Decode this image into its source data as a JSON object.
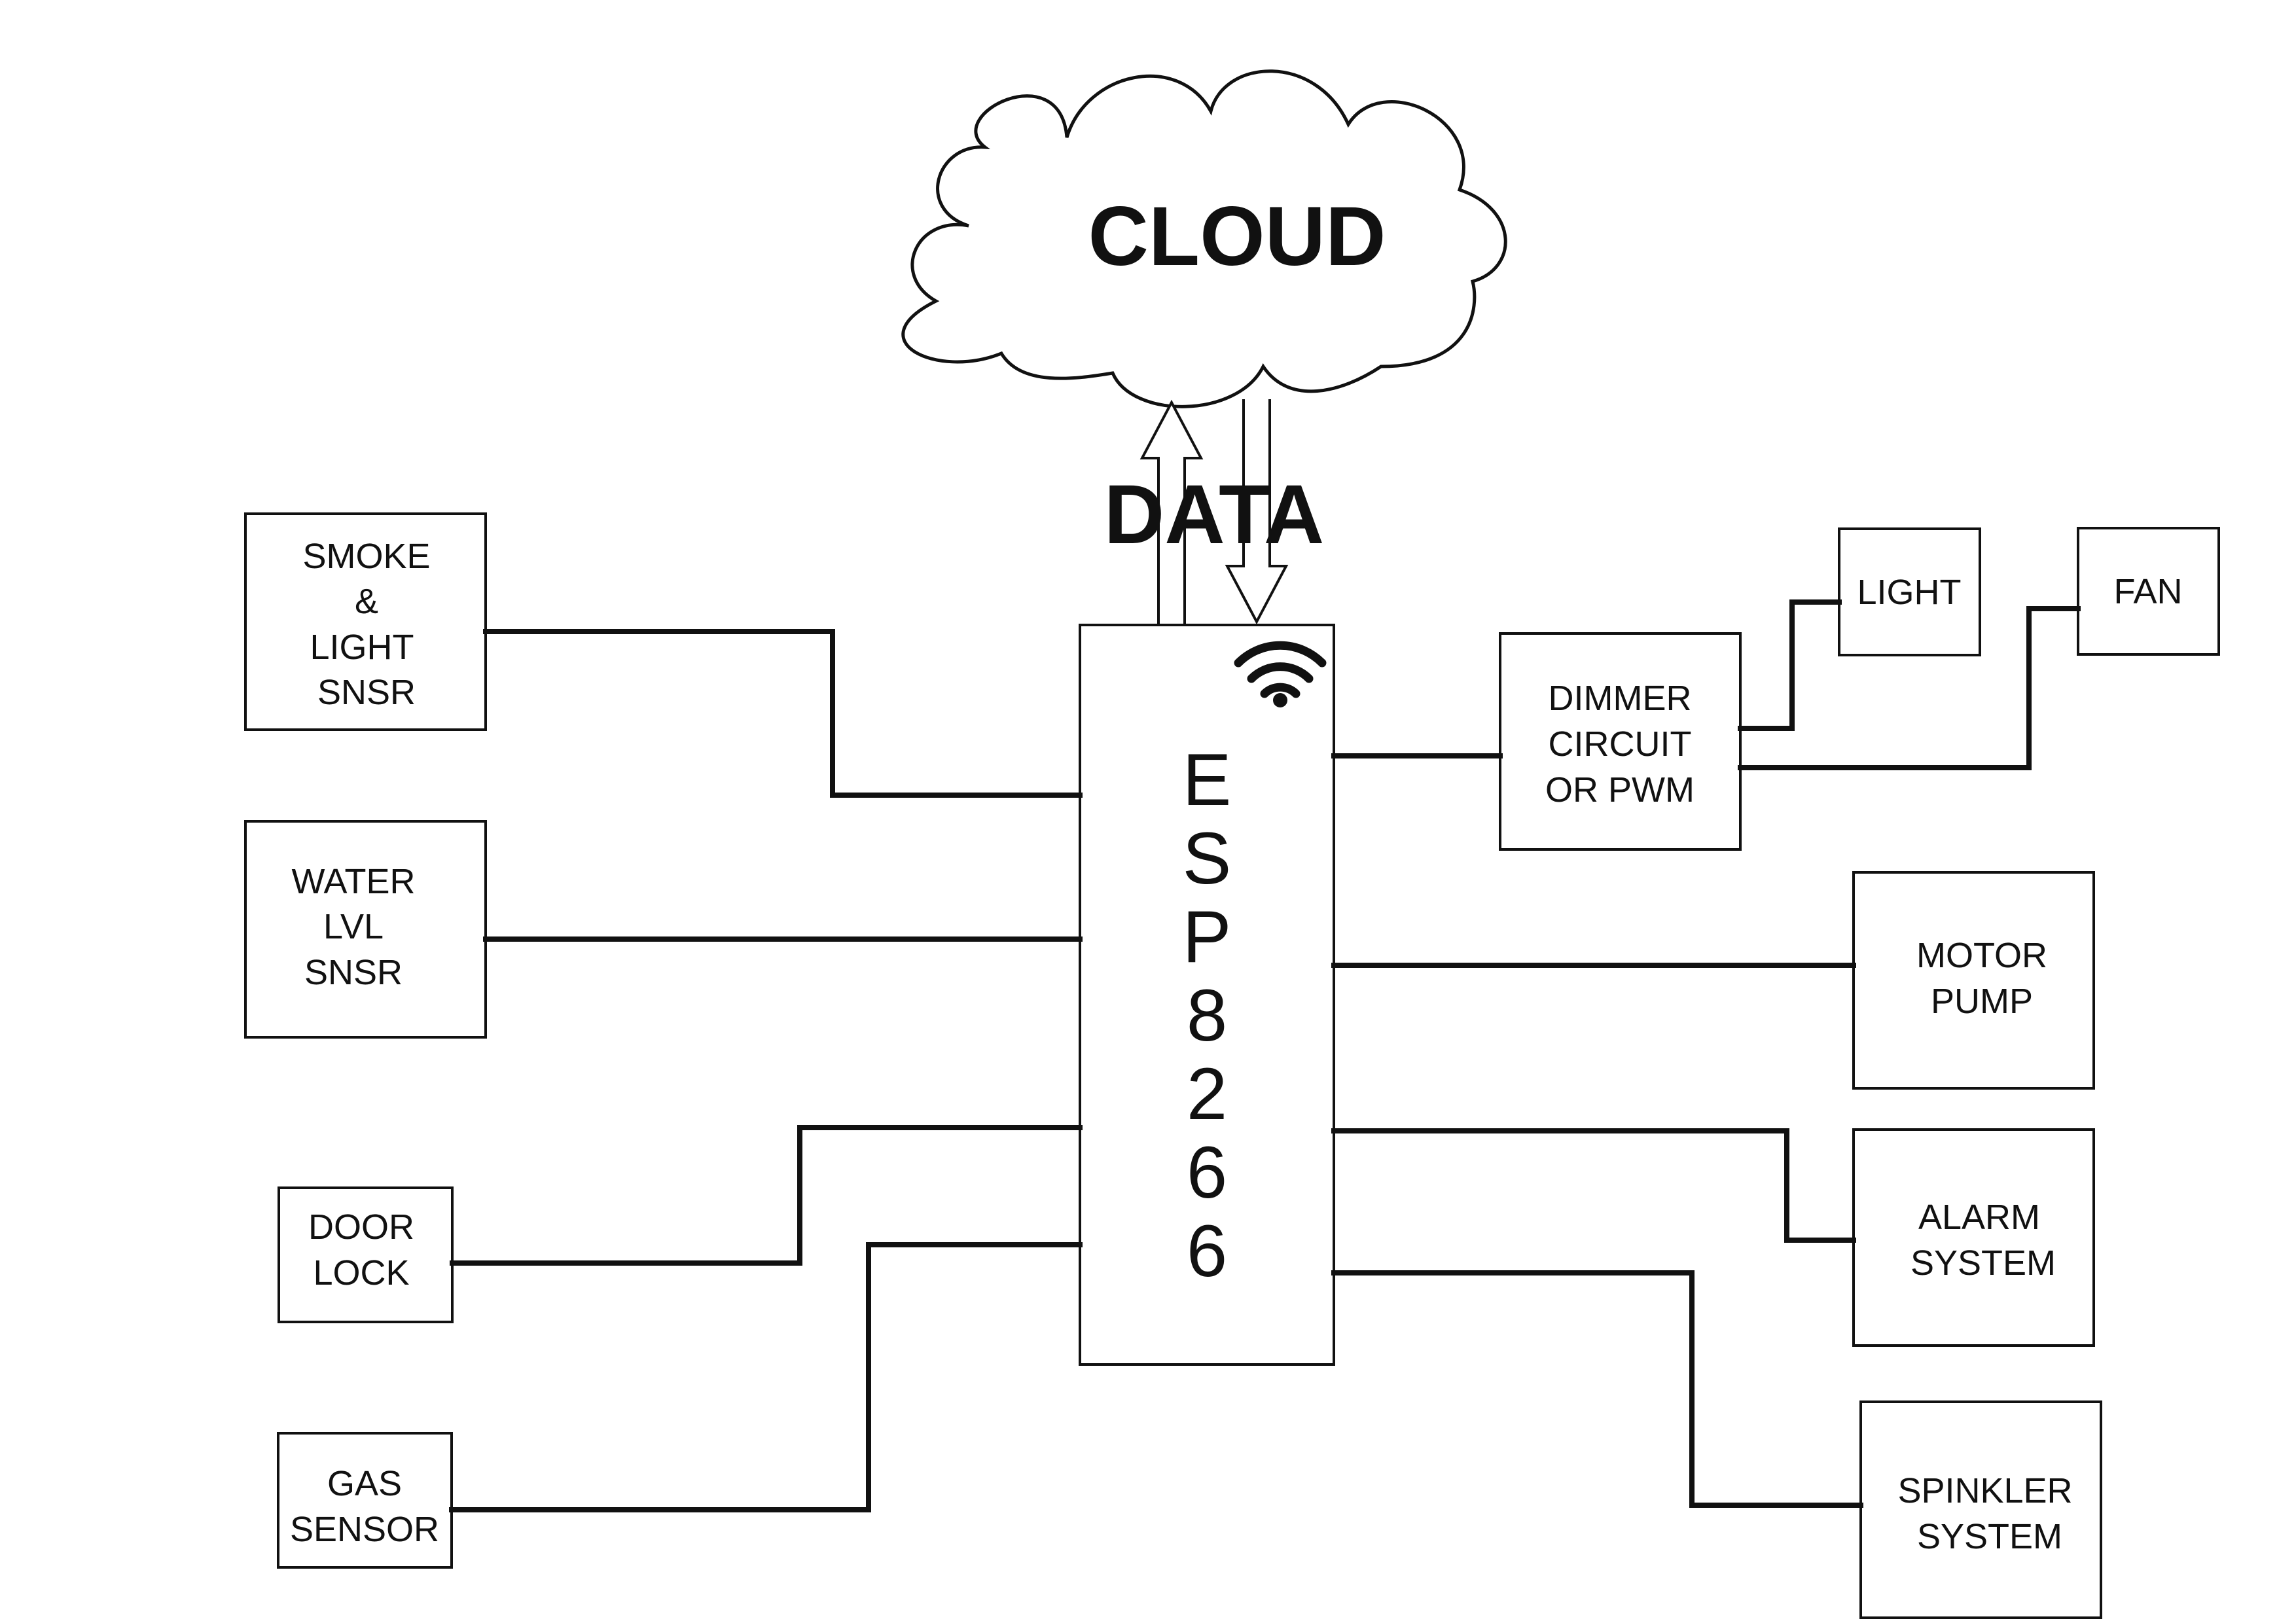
{
  "cloud": {
    "label": "CLOUD"
  },
  "link": {
    "label": "DATA"
  },
  "controller": {
    "label": [
      "E",
      "S",
      "P",
      "8",
      "2",
      "6",
      "6"
    ]
  },
  "inputs": {
    "smoke_light": [
      "SMOKE",
      "&",
      "LIGHT",
      "SNSR"
    ],
    "water_level": [
      "WATER",
      "LVL",
      "SNSR"
    ],
    "door_lock": [
      "DOOR",
      "LOCK"
    ],
    "gas_sensor": [
      "GAS",
      "SENSOR"
    ]
  },
  "outputs": {
    "dimmer": [
      "DIMMER",
      "CIRCUIT",
      "OR PWM"
    ],
    "light": [
      "LIGHT"
    ],
    "fan": [
      "FAN"
    ],
    "motor_pump": [
      "MOTOR",
      "PUMP"
    ],
    "alarm": [
      "ALARM",
      "SYSTEM"
    ],
    "sprinkler": [
      "SPINKLER",
      "SYSTEM"
    ]
  },
  "icons": {
    "wifi": "wifi-icon"
  }
}
